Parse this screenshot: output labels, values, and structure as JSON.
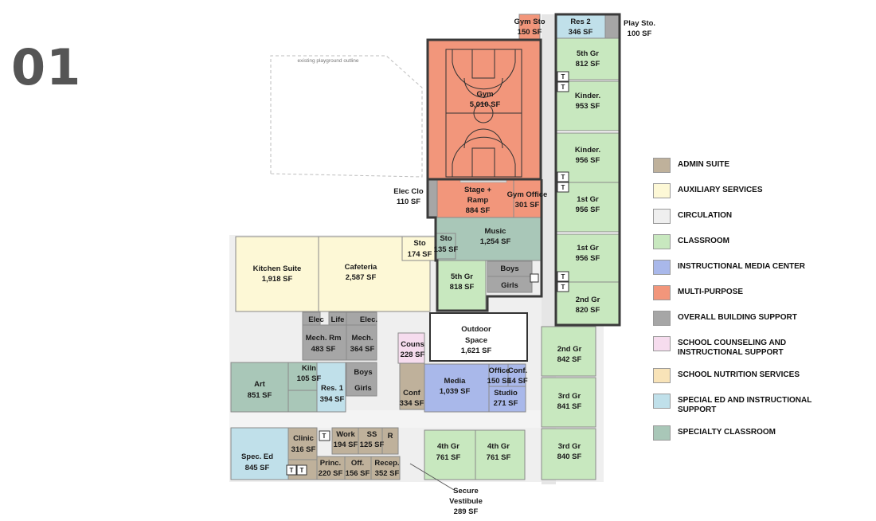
{
  "page_number": "01",
  "colors": {
    "admin": "#bfb19b",
    "auxiliary": "#fdf8d6",
    "circulation": "#efefef",
    "classroom": "#c8e8bf",
    "media": "#a9b8ea",
    "multipurpose": "#f2967b",
    "support": "#a6a6a6",
    "counseling": "#f6dcee",
    "nutrition": "#f8e3b8",
    "special_ed": "#c0e0ea",
    "specialty": "#a9c7b8"
  },
  "plan": {
    "playground_note": "existing playground outline",
    "rooms": {
      "gym_sto": {
        "name": "Gym Sto",
        "area": "150 SF"
      },
      "res2": {
        "name": "Res 2",
        "area": "346 SF"
      },
      "play_sto": {
        "name": "Play Sto.",
        "area": "100 SF"
      },
      "gym": {
        "name": "Gym",
        "area": "5,010 SF"
      },
      "fifth_gr_a": {
        "name": "5th Gr",
        "area": "812 SF"
      },
      "kinder_a": {
        "name": "Kinder.",
        "area": "953 SF"
      },
      "kinder_b": {
        "name": "Kinder.",
        "area": "956 SF"
      },
      "first_gr_a": {
        "name": "1st Gr",
        "area": "956 SF"
      },
      "first_gr_b": {
        "name": "1st Gr",
        "area": "956 SF"
      },
      "second_gr_a": {
        "name": "2nd Gr",
        "area": "820 SF"
      },
      "elec_clo": {
        "name": "Elec Clo",
        "area": "110 SF"
      },
      "stage": {
        "name": "Stage +",
        "name2": "Ramp",
        "area": "884 SF"
      },
      "gym_office": {
        "name": "Gym Office",
        "area": "301 SF"
      },
      "music": {
        "name": "Music",
        "area": "1,254 SF"
      },
      "sto_a": {
        "name": "Sto",
        "area": "174 SF"
      },
      "sto_b": {
        "name": "Sto",
        "area": "135 SF"
      },
      "kitchen": {
        "name": "Kitchen Suite",
        "area": "1,918 SF"
      },
      "cafeteria": {
        "name": "Cafeteria",
        "area": "2,587 SF"
      },
      "fifth_gr_b": {
        "name": "5th Gr",
        "area": "818 SF"
      },
      "boys_a": {
        "name": "Boys"
      },
      "girls_a": {
        "name": "Girls"
      },
      "elec": {
        "name": "Elec"
      },
      "life": {
        "name": "Life"
      },
      "elec2": {
        "name": "Elec."
      },
      "mech_rm": {
        "name": "Mech. Rm",
        "area": "483 SF"
      },
      "mech": {
        "name": "Mech.",
        "area": "364 SF"
      },
      "couns": {
        "name": "Couns",
        "area": "228 SF"
      },
      "outdoor": {
        "name": "Outdoor",
        "name2": "Space",
        "area": "1,621 SF"
      },
      "second_gr_b": {
        "name": "2nd Gr",
        "area": "842 SF"
      },
      "art": {
        "name": "Art",
        "area": "851 SF"
      },
      "kiln": {
        "name": "Kiln",
        "area": "105 SF"
      },
      "res1": {
        "name": "Res. 1",
        "area": "394 SF"
      },
      "boys_b": {
        "name": "Boys"
      },
      "girls_b": {
        "name": "Girls"
      },
      "conf_a": {
        "name": "Conf",
        "area": "334 SF"
      },
      "media": {
        "name": "Media",
        "area": "1,039 SF"
      },
      "office": {
        "name": "Office",
        "area": "150 SF"
      },
      "conf_b": {
        "name": "Conf.",
        "area": "14 SF"
      },
      "studio": {
        "name": "Studio",
        "area": "271 SF"
      },
      "third_gr_a": {
        "name": "3rd Gr",
        "area": "841 SF"
      },
      "spec_ed": {
        "name": "Spec. Ed",
        "area": "845 SF"
      },
      "clinic": {
        "name": "Clinic",
        "area": "316 SF"
      },
      "work": {
        "name": "Work",
        "area": "194 SF"
      },
      "ss": {
        "name": "SS",
        "area": "125 SF"
      },
      "r": {
        "name": "R"
      },
      "princ": {
        "name": "Princ.",
        "area": "220 SF"
      },
      "off": {
        "name": "Off.",
        "area": "156 SF"
      },
      "recep": {
        "name": "Recep.",
        "area": "352 SF"
      },
      "fourth_gr_a": {
        "name": "4th Gr",
        "area": "761 SF"
      },
      "fourth_gr_b": {
        "name": "4th Gr",
        "area": "761 SF"
      },
      "third_gr_b": {
        "name": "3rd Gr",
        "area": "840 SF"
      },
      "vestibule": {
        "name": "Secure",
        "name2": "Vestibule",
        "area": "289 SF"
      }
    },
    "toilet_mark": "T"
  },
  "legend": [
    {
      "label": "ADMIN SUITE",
      "color": "#bfb19b"
    },
    {
      "label": "AUXILIARY SERVICES",
      "color": "#fdf8d6"
    },
    {
      "label": "CIRCULATION",
      "color": "#efefef"
    },
    {
      "label": "CLASSROOM",
      "color": "#c8e8bf"
    },
    {
      "label": "INSTRUCTIONAL MEDIA CENTER",
      "color": "#a9b8ea"
    },
    {
      "label": "MULTI-PURPOSE",
      "color": "#f2967b"
    },
    {
      "label": "OVERALL BUILDING SUPPORT",
      "color": "#a6a6a6"
    },
    {
      "label": "SCHOOL COUNSELING AND INSTRUCTIONAL SUPPORT",
      "color": "#f6dcee"
    },
    {
      "label": "SCHOOL NUTRITION SERVICES",
      "color": "#f8e3b8"
    },
    {
      "label": "SPECIAL ED AND INSTRUCTIONAL SUPPORT",
      "color": "#c0e0ea"
    },
    {
      "label": "SPECIALTY CLASSROOM",
      "color": "#a9c7b8"
    }
  ]
}
